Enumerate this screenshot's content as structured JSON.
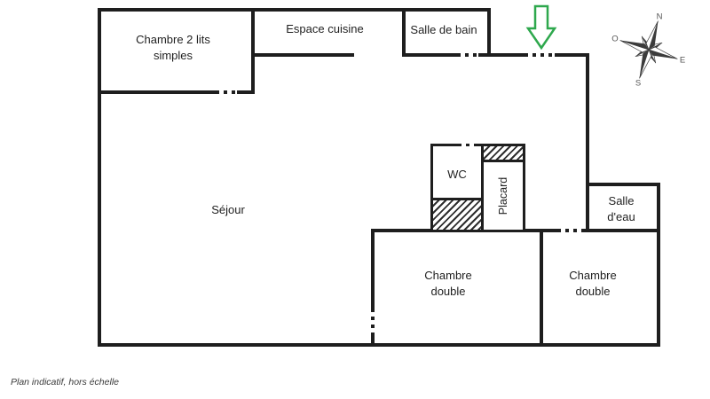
{
  "plan": {
    "rooms": {
      "twin_bedroom": "Chambre 2 lits simples",
      "kitchen": "Espace cuisine",
      "bathroom": "Salle de bain",
      "living_room": "Séjour",
      "wc": "WC",
      "closet": "Placard",
      "water_room": "Salle d'eau",
      "double_bedroom_center": "Chambre double",
      "double_bedroom_right": "Chambre double"
    },
    "compass": {
      "north": "N",
      "east": "E",
      "south": "S",
      "west": "O"
    },
    "footnote": "Plan indicatif, hors échelle"
  },
  "colors": {
    "wall": "#1e1e1e",
    "hatch": "#2e2e2e",
    "arrow": "#2ea84d"
  }
}
